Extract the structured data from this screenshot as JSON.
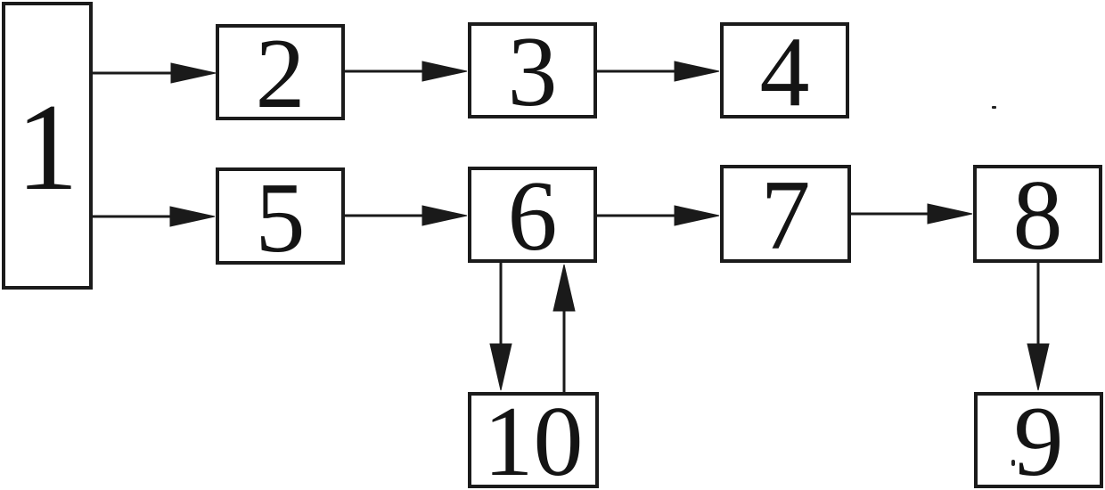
{
  "diagram": {
    "type": "block-flow-diagram",
    "background_color": "#ffffff",
    "line_color": "#1a1a1a",
    "nodes": [
      {
        "id": "1",
        "label": "1"
      },
      {
        "id": "2",
        "label": "2"
      },
      {
        "id": "3",
        "label": "3"
      },
      {
        "id": "4",
        "label": "4"
      },
      {
        "id": "5",
        "label": "5"
      },
      {
        "id": "6",
        "label": "6"
      },
      {
        "id": "7",
        "label": "7"
      },
      {
        "id": "8",
        "label": "8"
      },
      {
        "id": "9",
        "label": "9"
      },
      {
        "id": "10",
        "label": "10"
      }
    ],
    "edges": [
      {
        "from": "1",
        "to": "2",
        "direction": "right"
      },
      {
        "from": "2",
        "to": "3",
        "direction": "right"
      },
      {
        "from": "3",
        "to": "4",
        "direction": "right"
      },
      {
        "from": "1",
        "to": "5",
        "direction": "right"
      },
      {
        "from": "5",
        "to": "6",
        "direction": "right"
      },
      {
        "from": "6",
        "to": "7",
        "direction": "right"
      },
      {
        "from": "7",
        "to": "8",
        "direction": "right"
      },
      {
        "from": "8",
        "to": "9",
        "direction": "down"
      },
      {
        "from": "6",
        "to": "10",
        "direction": "down"
      },
      {
        "from": "10",
        "to": "6",
        "direction": "up"
      }
    ]
  }
}
